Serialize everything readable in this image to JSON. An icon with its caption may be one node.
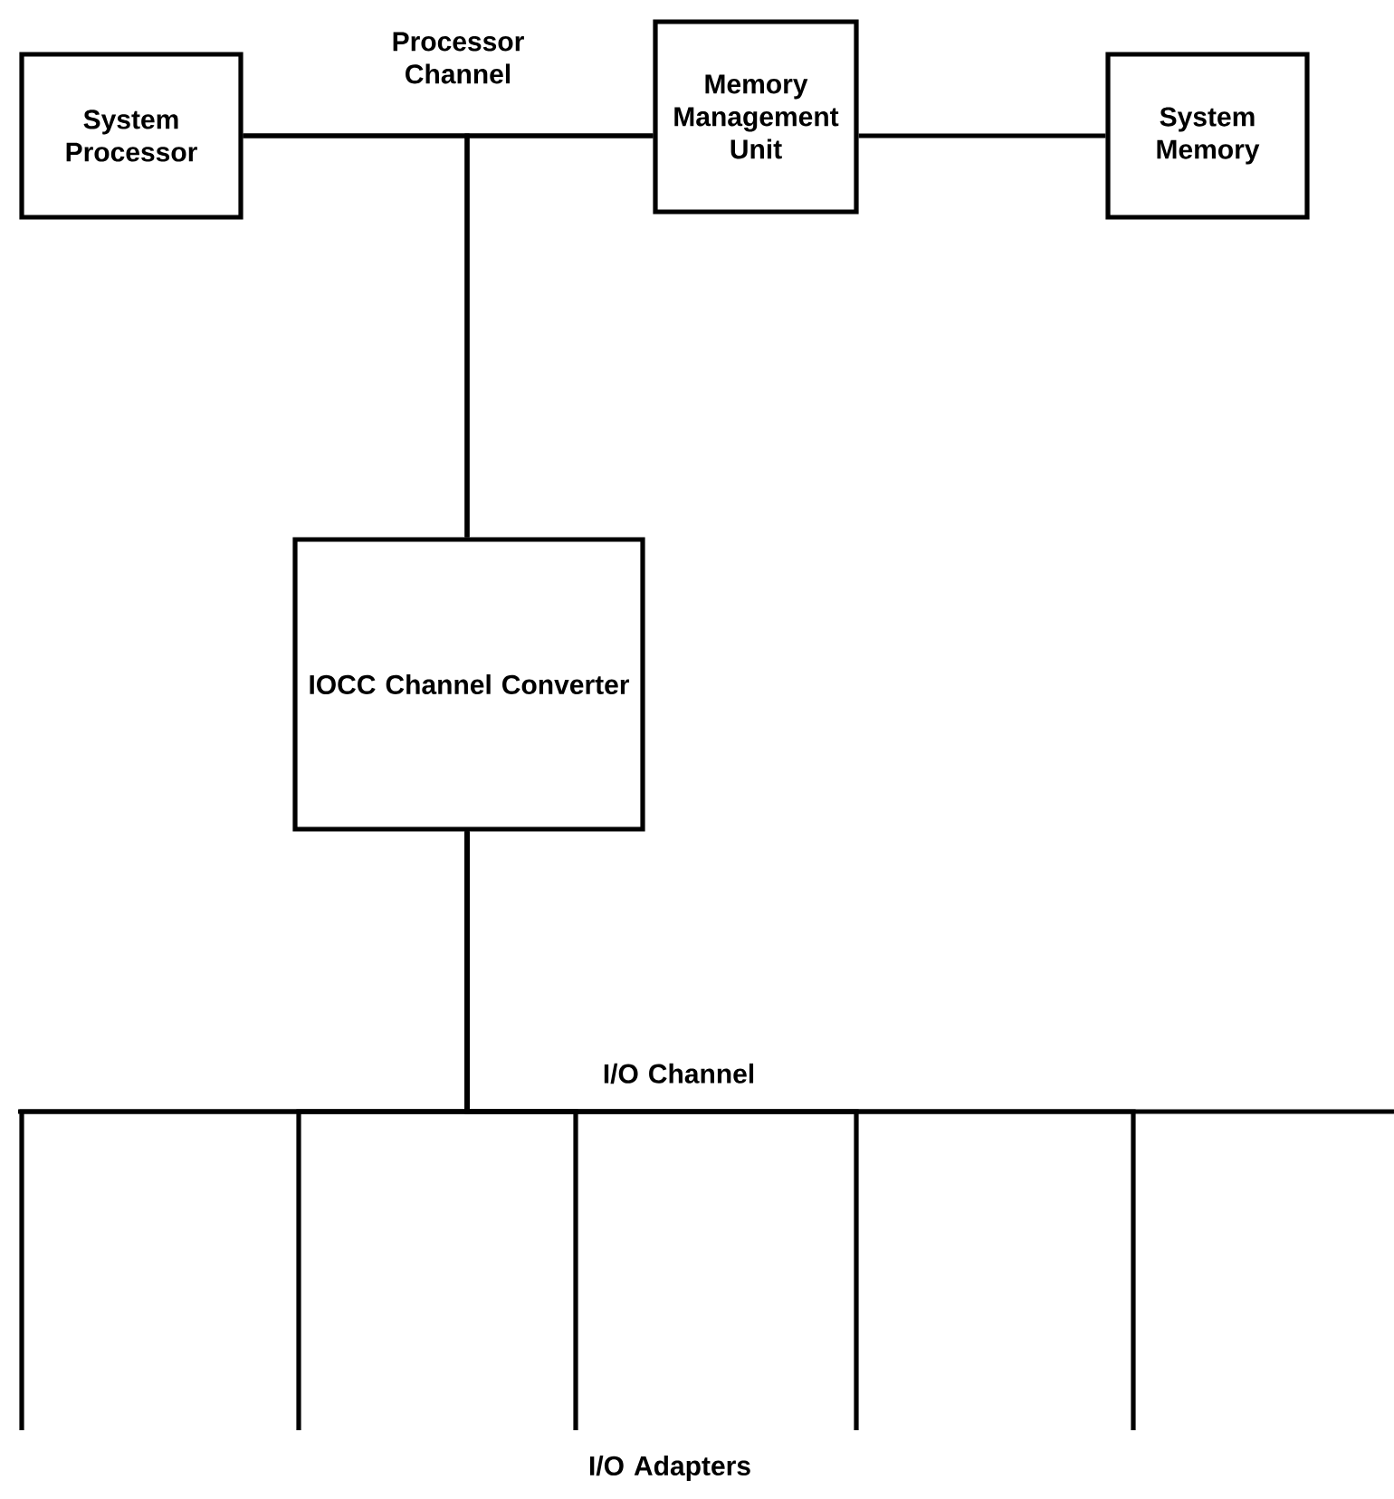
{
  "diagram": {
    "nodes": [
      {
        "text": [
          "System Processor"
        ]
      },
      {
        "text": [
          "Memory Management Unit"
        ]
      },
      {
        "text": [
          "System Memory"
        ]
      },
      {
        "text": [
          "IOCC Channel Converter"
        ]
      }
    ],
    "edges": [
      {
        "from": 0,
        "to": 1,
        "arrow": "none"
      },
      {
        "from": 0,
        "to": 3,
        "arrow": "none"
      },
      {
        "from": 1,
        "to": 3,
        "arrow": "none"
      },
      {
        "from": 1,
        "to": 2,
        "arrow": "none"
      },
      {
        "from": 3,
        "to": null,
        "arrow": "none"
      },
      {
        "from": 3,
        "to": null,
        "arrow": "none"
      },
      {
        "from": 3,
        "to": null,
        "arrow": "none"
      },
      {
        "from": 3,
        "to": null,
        "arrow": "none"
      },
      {
        "from": 3,
        "to": null,
        "arrow": "none"
      }
    ],
    "labels": [
      "Processor Channel",
      "I/O Channel",
      "I/O Adapters"
    ]
  }
}
